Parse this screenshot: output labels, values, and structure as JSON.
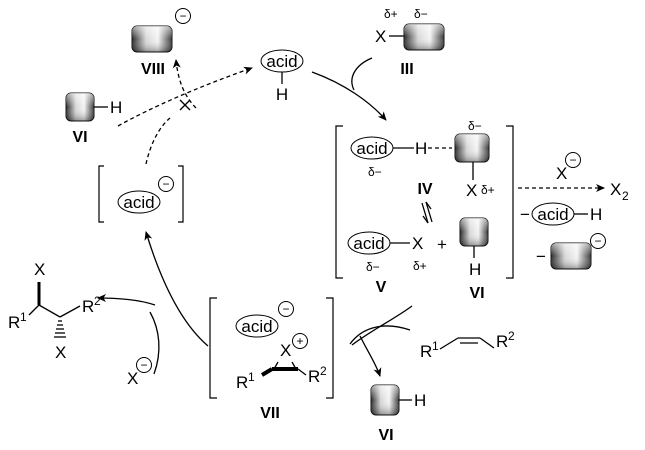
{
  "labels": {
    "acid": "acid",
    "H": "H",
    "X": "X",
    "X2": "X",
    "X2_sub": "2",
    "R1": "R",
    "R1_sup": "1",
    "R2": "R",
    "R2_sup": "2",
    "delta_plus": "δ+",
    "delta_minus": "δ−",
    "minus_sign": "−",
    "plus": "+",
    "minus_circle": "⊖",
    "plus_circle": "⊕"
  },
  "romans": {
    "III": "III",
    "IV": "IV",
    "V": "V",
    "VI": "VI",
    "VII": "VII",
    "VIII": "VIII"
  }
}
